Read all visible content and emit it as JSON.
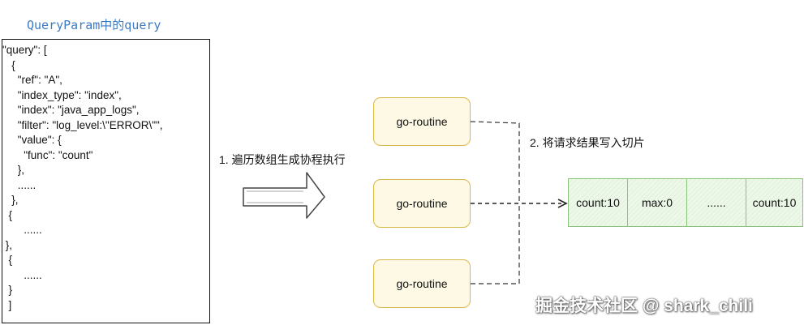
{
  "title": "QueryParam中的query",
  "code_lines": [
    "\"query\": [",
    "   {",
    "     \"ref\": \"A\",",
    "     \"index_type\": \"index\",",
    "     \"index\": \"java_app_logs\",",
    "     \"filter\": \"log_level:\\\"ERROR\\\"\",",
    "     \"value\": {",
    "       \"func\": \"count\"",
    "     },",
    "     ......",
    "   },",
    "  {",
    "       ......",
    " },",
    "  {",
    "       ......",
    "  }",
    "  ]"
  ],
  "step1_label": "1. 遍历数组生成协程执行",
  "step2_label": "2. 将请求结果写入切片",
  "routines": [
    "go-routine",
    "go-routine",
    "go-routine"
  ],
  "slice_cells": [
    "count:10",
    "max:0",
    "......",
    "count:10"
  ],
  "watermark": "掘金技术社区 @ shark_chili",
  "colors": {
    "title": "#3d7bc4",
    "routine_border": "#d9b84a",
    "routine_fill": "#fdf9e4",
    "cell_border": "#8ac27a",
    "cell_fill": "#e6f4e1"
  }
}
